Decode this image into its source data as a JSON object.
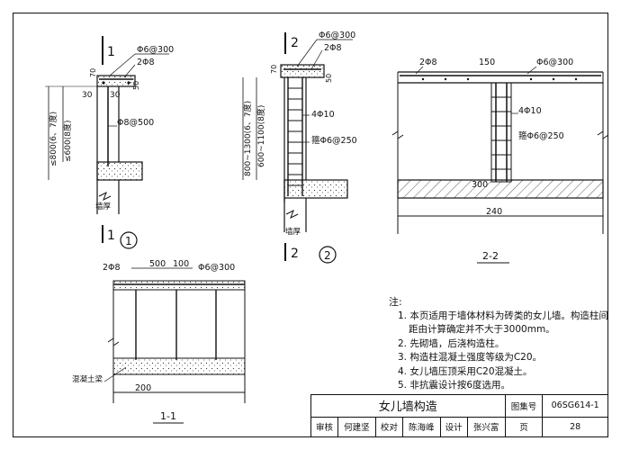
{
  "section1": {
    "cut_marker": "1",
    "bubble": "1",
    "rebar_top": "Φ6@300",
    "rebar_long": "2Φ8",
    "dim_30": "30",
    "dim_70": "70",
    "dim_50": "50",
    "dim_height": "≤800(6、7度)",
    "dim_height2": "≤600(8度)",
    "rebar_vert": "Φ8@500",
    "wall_thk": "墙厚"
  },
  "section2": {
    "cut_marker": "2",
    "bubble": "2",
    "rebar_top": "Φ6@300",
    "rebar_long": "2Φ8",
    "dim_70": "70",
    "dim_50": "50",
    "dim_height": "800~1300(6、7度)",
    "dim_height2": "600~1100(8度)",
    "rebar_col": "4Φ10",
    "stirrup": "箍Φ6@250",
    "wall_thk": "墙厚"
  },
  "section22": {
    "title": "2-2",
    "rebar_long": "2Φ8",
    "dim_150": "150",
    "rebar_top": "Φ6@300",
    "rebar_col": "4Φ10",
    "stirrup": "箍Φ6@250",
    "dim_300": "300",
    "dim_240": "240"
  },
  "section11": {
    "title": "1-1",
    "rebar_long": "2Φ8",
    "dim_500": "500",
    "dim_100": "100",
    "rebar_top": "Φ6@300",
    "beam_label": "混凝土梁",
    "dim_200": "200"
  },
  "notes": {
    "heading": "注:",
    "items": [
      "1. 本页适用于墙体材料为砖类的女儿墙。构造柱间",
      "距由计算确定并不大于3000mm。",
      "2. 先砌墙，后浇构造柱。",
      "3. 构造柱混凝土强度等级为C20。",
      "4. 女儿墙压顶采用C20混凝土。",
      "5. 非抗震设计按6度选用。"
    ]
  },
  "title_block": {
    "drawing_title": "女儿墙构造",
    "atlas_label": "图集号",
    "atlas_no": "06SG614-1",
    "review_label": "审核",
    "reviewer": "何建坚",
    "check_label": "校对",
    "checker": "陈海峰",
    "design_label": "设计",
    "designer": "张兴富",
    "page_label": "页",
    "page_no": "28"
  }
}
